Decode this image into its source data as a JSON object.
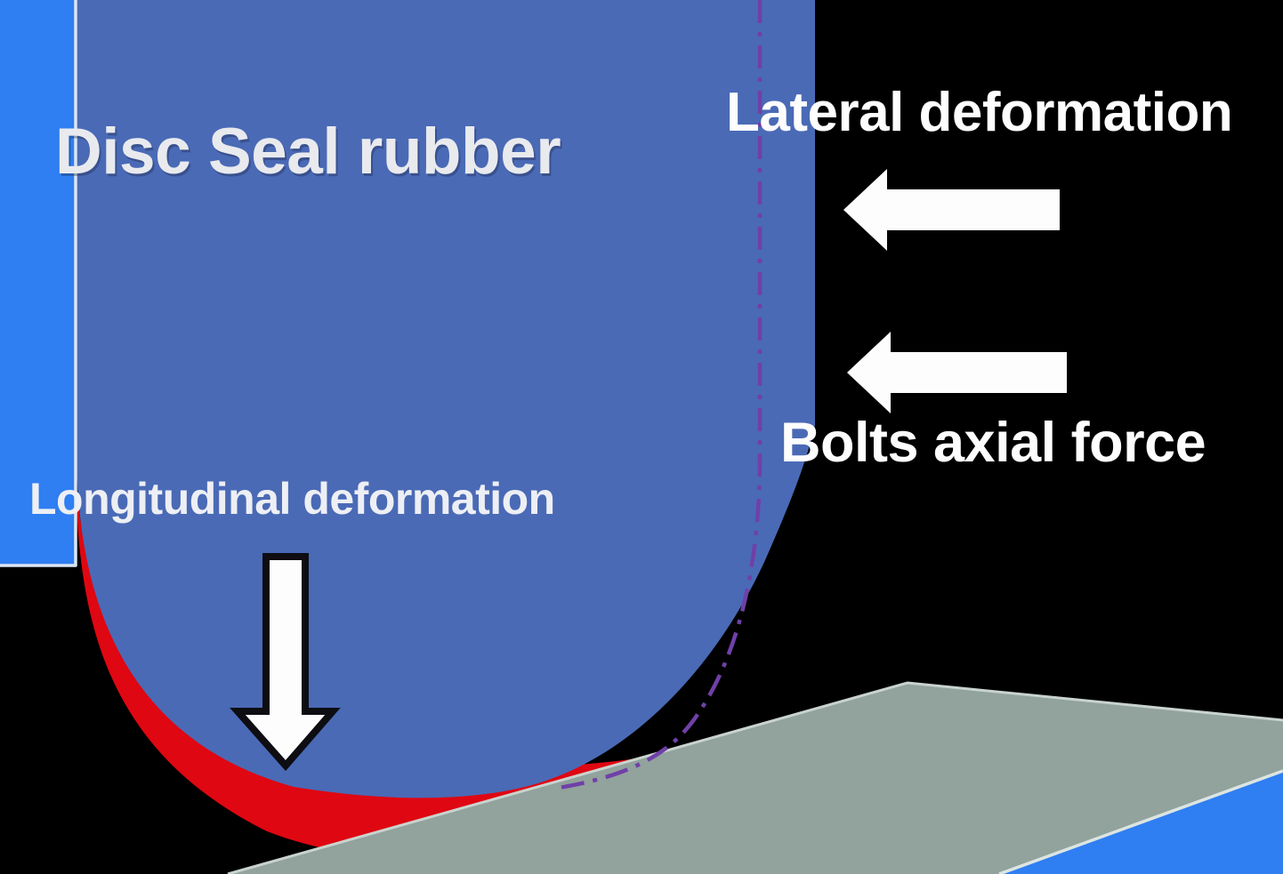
{
  "diagram": {
    "title": "Disc Seal rubber",
    "labels": {
      "disc_seal": "Disc Seal rubber",
      "lateral": "Lateral deformation",
      "bolts": "Bolts axial force",
      "longitudinal": "Longitudinal deformation"
    },
    "icons": [
      "arrow-left-icon (lateral deformation force)",
      "arrow-left-icon (bolts axial force)",
      "arrow-down-icon (longitudinal deformation force)"
    ],
    "colors": {
      "background": "#000000",
      "disc_blue": "#4A6AB6",
      "bright_blue": "#2F7EF2",
      "deformation_red": "#DF0712",
      "plate_gray": "#92A29C",
      "dash_purple": "#7040A8",
      "arrow_white": "#FDFDFD",
      "arrow_outline": "#0D0D12",
      "title_white": "#E9EAEE",
      "text_white": "#FDFDFD",
      "edge_light_blue": "#DCE6F2",
      "plate_edge_light": "#C9D3CE",
      "plate_blue_edge_light": "#DCE5E1"
    }
  }
}
